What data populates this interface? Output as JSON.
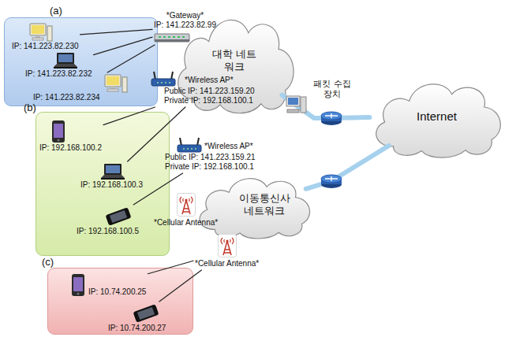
{
  "diagram": {
    "nodes": [
      {
        "text": [
          "(a)"
        ]
      },
      {
        "text": [
          "IP: 141.223.82.230"
        ],
        "in": 0
      },
      {
        "text": [
          "IP: 141.223.82.232"
        ],
        "in": 0
      },
      {
        "text": [
          "IP: 141.223.82.234"
        ],
        "in": 0
      },
      {
        "text": [
          "*Gateway*",
          "IP: 141.223.82.99"
        ]
      },
      {
        "text": [
          "대학 네트워크"
        ]
      },
      {
        "text": [
          "*Wireless AP*",
          "Public IP: 141.223.159.20",
          "Private IP: 192.168.100.1"
        ]
      },
      {
        "text": [
          "패킷 수집 장치"
        ]
      },
      {
        "text": [
          "Internet"
        ]
      },
      {
        "text": [
          "(b)"
        ]
      },
      {
        "text": [
          "IP: 192.168.100.2"
        ],
        "in": 9
      },
      {
        "text": [
          "IP: 192.168.100.3"
        ],
        "in": 9
      },
      {
        "text": [
          "IP: 192.168.100.5"
        ],
        "in": 9
      },
      {
        "text": [
          "*Wireless AP*",
          "Public IP: 141.223.159.21",
          "Private IP: 192.168.100.1"
        ]
      },
      {
        "text": [
          "이동통신사 네트워크"
        ]
      },
      {
        "text": [
          "*Cellular Antenna*"
        ]
      },
      {
        "text": [
          "(c)"
        ]
      },
      {
        "text": [
          "IP: 10.74.200.25"
        ],
        "in": 16
      },
      {
        "text": [
          "IP: 10.74.200.27"
        ],
        "in": 16
      },
      {
        "text": [
          "*Cellular Antenna*"
        ]
      }
    ],
    "edges": [
      {
        "from": 1,
        "to": 4,
        "arrow": "none"
      },
      {
        "from": 2,
        "to": 4,
        "arrow": "none"
      },
      {
        "from": 3,
        "to": 4,
        "arrow": "none"
      },
      {
        "from": 10,
        "to": 6,
        "arrow": "none"
      },
      {
        "from": 11,
        "to": 6,
        "arrow": "none"
      },
      {
        "from": 12,
        "to": 13,
        "arrow": "none"
      },
      {
        "from": 17,
        "to": 19,
        "arrow": "none"
      },
      {
        "from": 18,
        "to": 19,
        "arrow": "none"
      },
      {
        "from": 5,
        "to": 8,
        "arrow": "none"
      },
      {
        "from": 14,
        "to": 8,
        "arrow": "none"
      }
    ]
  }
}
